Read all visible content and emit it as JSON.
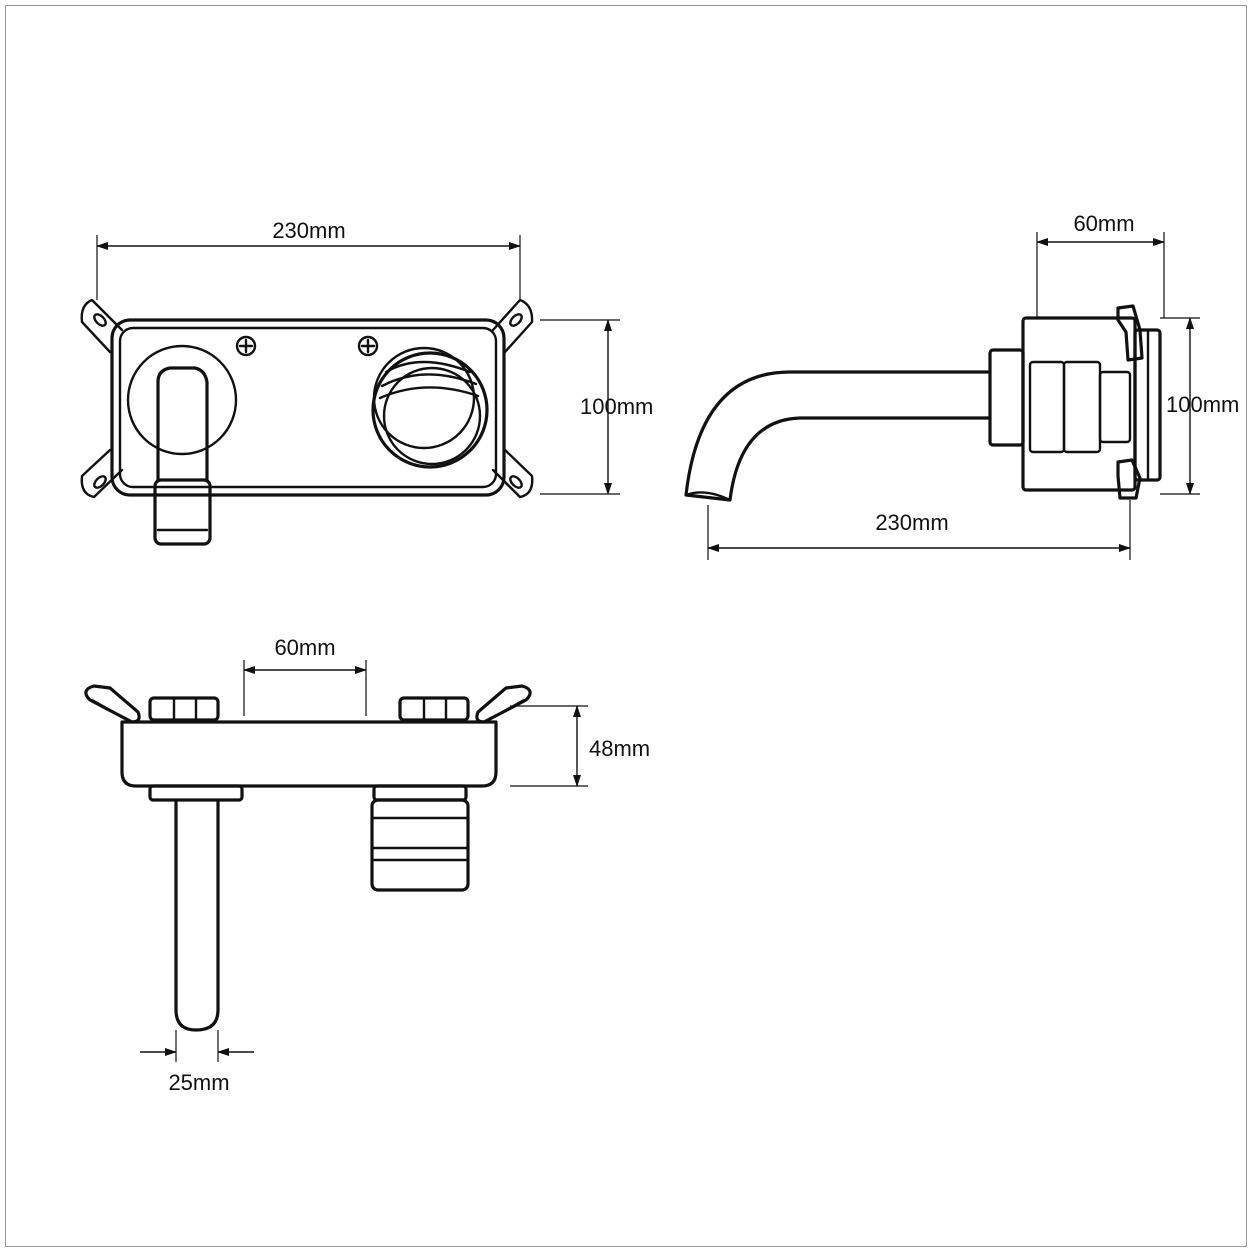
{
  "front_view": {
    "width_label": "230mm",
    "height_label": "100mm"
  },
  "side_view": {
    "depth_label": "60mm",
    "height_label": "100mm",
    "projection_label": "230mm"
  },
  "top_view": {
    "spacing_label": "60mm",
    "depth_label": "48mm",
    "spout_diameter_label": "25mm"
  }
}
